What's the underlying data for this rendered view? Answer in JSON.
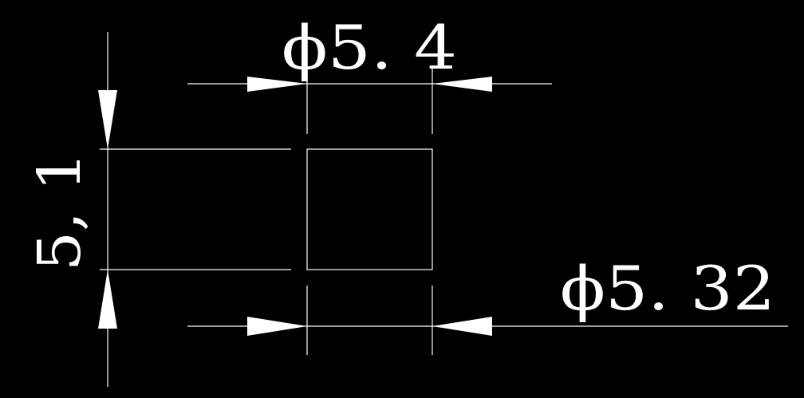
{
  "colors": {
    "background": "#000000",
    "line": "#ffffff"
  },
  "dimensions": {
    "top_diameter": "ϕ5. 4",
    "bottom_diameter": "ϕ5. 32",
    "height": "5, 1"
  }
}
